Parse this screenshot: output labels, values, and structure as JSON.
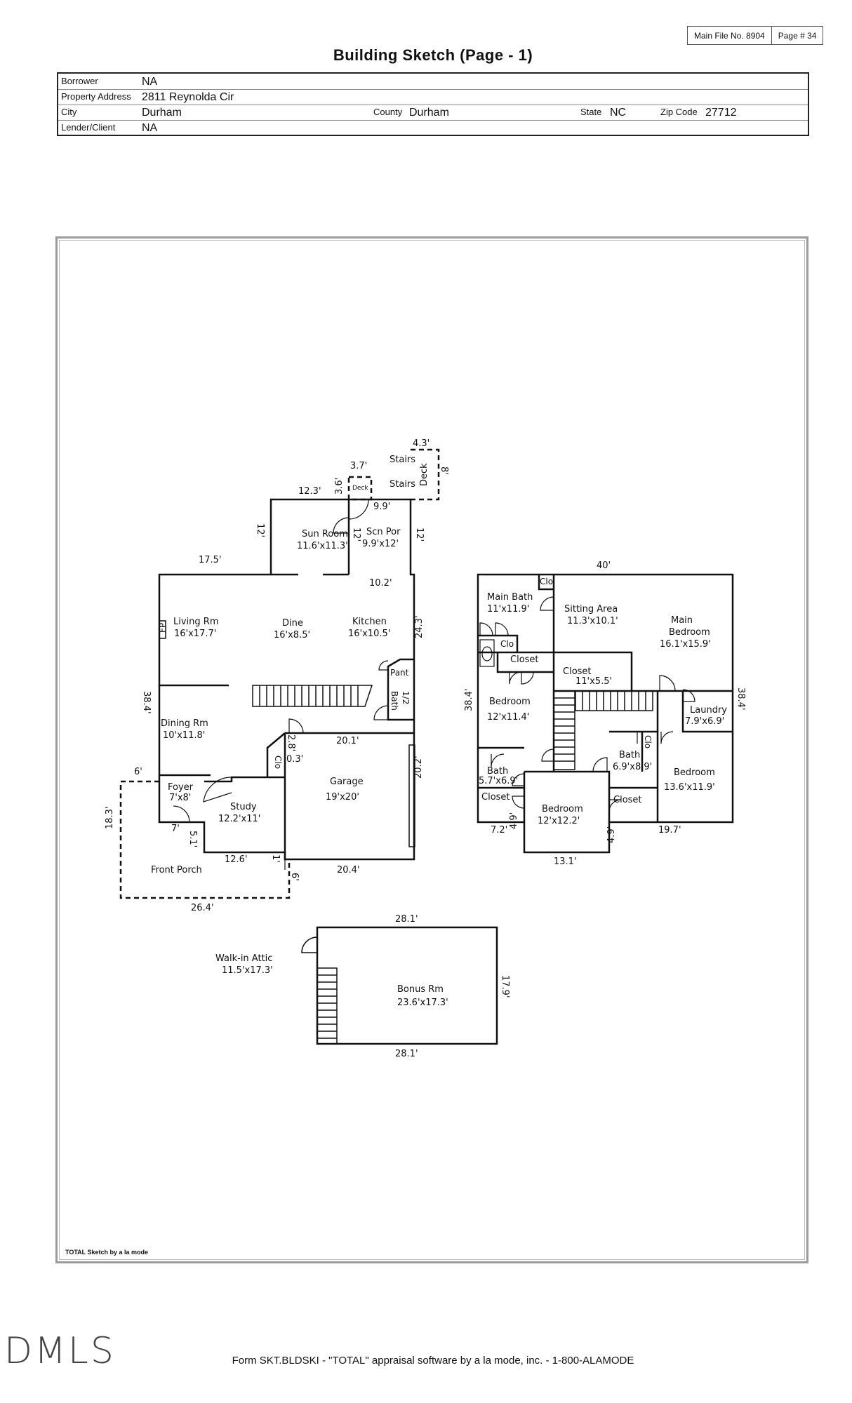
{
  "header": {
    "main_file": "Main File No. 8904",
    "page": "Page # 34",
    "title": "Building Sketch (Page - 1)"
  },
  "info": {
    "borrower_label": "Borrower",
    "borrower": "NA",
    "address_label": "Property Address",
    "address": "2811 Reynolda Cir",
    "city_label": "City",
    "city": "Durham",
    "county_label": "County",
    "county": "Durham",
    "state_label": "State",
    "state": "NC",
    "zip_label": "Zip Code",
    "zip": "27712",
    "lender_label": "Lender/Client",
    "lender": "NA"
  },
  "sketch": {
    "first_floor": {
      "sun_room": "Sun Room",
      "sun_room_dim": "11.6'x11.3'",
      "scn_por": "Scn Por",
      "scn_por_dim": "9.9'x12'",
      "deck_small": "Deck",
      "deck": "Deck",
      "stairs_1": "Stairs",
      "stairs_2": "Stairs",
      "living": "Living Rm",
      "living_dim": "16'x17.7'",
      "fp": "FP",
      "dine": "Dine",
      "dine_dim": "16'x8.5'",
      "kitchen": "Kitchen",
      "kitchen_dim": "16'x10.5'",
      "pant": "Pant",
      "half_bath": "1/2",
      "half_bath_2": "Bath",
      "dining": "Dining Rm",
      "dining_dim": "10'x11.8'",
      "clo": "Clo",
      "garage": "Garage",
      "garage_dim": "19'x20'",
      "foyer": "Foyer",
      "foyer_dim": "7'x8'",
      "study": "Study",
      "study_dim": "12.2'x11'",
      "front_porch": "Front Porch",
      "d_4_3": "4.3'",
      "d_3_7": "3.7'",
      "d_3_6": "3.6'",
      "d_8": "8'",
      "d_12_3": "12.3'",
      "d_9_9": "9.9'",
      "d_12a": "12'",
      "d_12b": "12'",
      "d_12c": "12'",
      "d_17_5": "17.5'",
      "d_10_2": "10.2'",
      "d_24_3": "24.3'",
      "d_38_4": "38.4'",
      "d_20_1": "20.1'",
      "d_2_8": "2.8'",
      "d_0_3": "0.3'",
      "d_20_2": "20.2'",
      "d_6a": "6'",
      "d_7": "7'",
      "d_5_1": "5.1'",
      "d_12_6": "12.6'",
      "d_1": "1'",
      "d_6b": "6'",
      "d_20_4": "20.4'",
      "d_18_3": "18.3'",
      "d_26_4": "26.4'"
    },
    "second_floor": {
      "main_bath": "Main Bath",
      "main_bath_dim": "11'x11.9'",
      "clo_top": "Clo",
      "clo_left": "Clo",
      "clo_bath": "Clo",
      "sitting": "Sitting Area",
      "sitting_dim": "11.3'x10.1'",
      "main_bed": "Main",
      "main_bed_2": "Bedroom",
      "main_bed_dim": "16.1'x15.9'",
      "closet_1": "Closet",
      "closet_2": "Closet",
      "closet_2_dim": "11'x5.5'",
      "bedroom_1": "Bedroom",
      "bedroom_1_dim": "12'x11.4'",
      "laundry": "Laundry",
      "laundry_dim": "7.9'x6.9'",
      "bath_small": "Bath",
      "bath_small_dim": "5.7'x6.9'",
      "closet_3": "Closet",
      "bedroom_2": "Bedroom",
      "bedroom_2_dim": "12'x12.2'",
      "bath_mid": "Bath",
      "bath_mid_dim": "6.9'x8.9'",
      "closet_4": "Closet",
      "bedroom_3": "Bedroom",
      "bedroom_3_dim": "13.6'x11.9'",
      "d_40": "40'",
      "d_38_4a": "38.4'",
      "d_38_4b": "38.4'",
      "d_7_2": "7.2'",
      "d_4_9a": "4.9'",
      "d_4_9b": "4.9'",
      "d_13_1": "13.1'",
      "d_19_7": "19.7'"
    },
    "attic": {
      "walk_in": "Walk-in Attic",
      "walk_in_dim": "11.5'x17.3'",
      "bonus": "Bonus Rm",
      "bonus_dim": "23.6'x17.3'",
      "d_28_1a": "28.1'",
      "d_28_1b": "28.1'",
      "d_17_9": "17.9'"
    },
    "credit": "TOTAL Sketch by a la mode"
  },
  "footer": {
    "form": "Form SKT.BLDSKI - \"TOTAL\" appraisal software by a la mode, inc. - 1-800-ALAMODE",
    "logo": "DMLS"
  }
}
